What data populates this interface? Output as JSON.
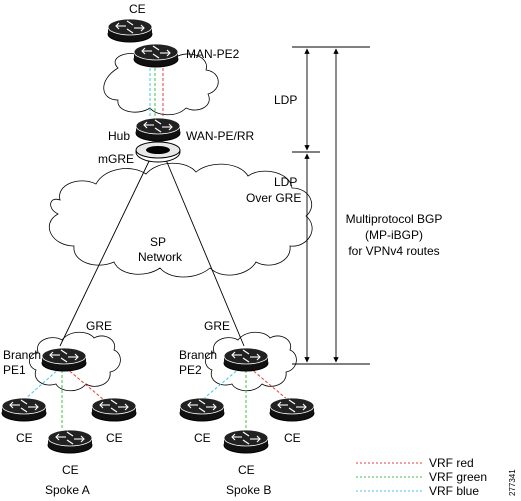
{
  "labels": {
    "ce_top": "CE",
    "man_pe2": "MAN-PE2",
    "ldp": "LDP",
    "hub": "Hub",
    "wan_pe_rr": "WAN-PE/RR",
    "mgre": "mGRE",
    "ldp_over_gre_1": "LDP",
    "ldp_over_gre_2": "Over GRE",
    "mp_bgp_1": "Multiprotocol BGP",
    "mp_bgp_2": "(MP-iBGP)",
    "mp_bgp_3": "for VPNv4 routes",
    "sp_network_1": "SP",
    "sp_network_2": "Network",
    "gre_left": "GRE",
    "gre_right": "GRE",
    "branch_pe1_1": "Branch",
    "branch_pe1_2": "PE1",
    "branch_pe2_1": "Branch",
    "branch_pe2_2": "PE2",
    "ce_a_left": "CE",
    "ce_a_right": "CE",
    "ce_a_bottom": "CE",
    "ce_b_left": "CE",
    "ce_b_right": "CE",
    "ce_b_bottom": "CE",
    "spoke_a": "Spoke A",
    "spoke_b": "Spoke B",
    "figure_id": "277341"
  },
  "legend": [
    {
      "label": "VRF red",
      "color": "#e0403a"
    },
    {
      "label": "VRF green",
      "color": "#3cc43c"
    },
    {
      "label": "VRF blue",
      "color": "#40c8e8"
    }
  ],
  "colors": {
    "vrf_red": "#e0403a",
    "vrf_green": "#3cc43c",
    "vrf_blue": "#40c8e8"
  }
}
